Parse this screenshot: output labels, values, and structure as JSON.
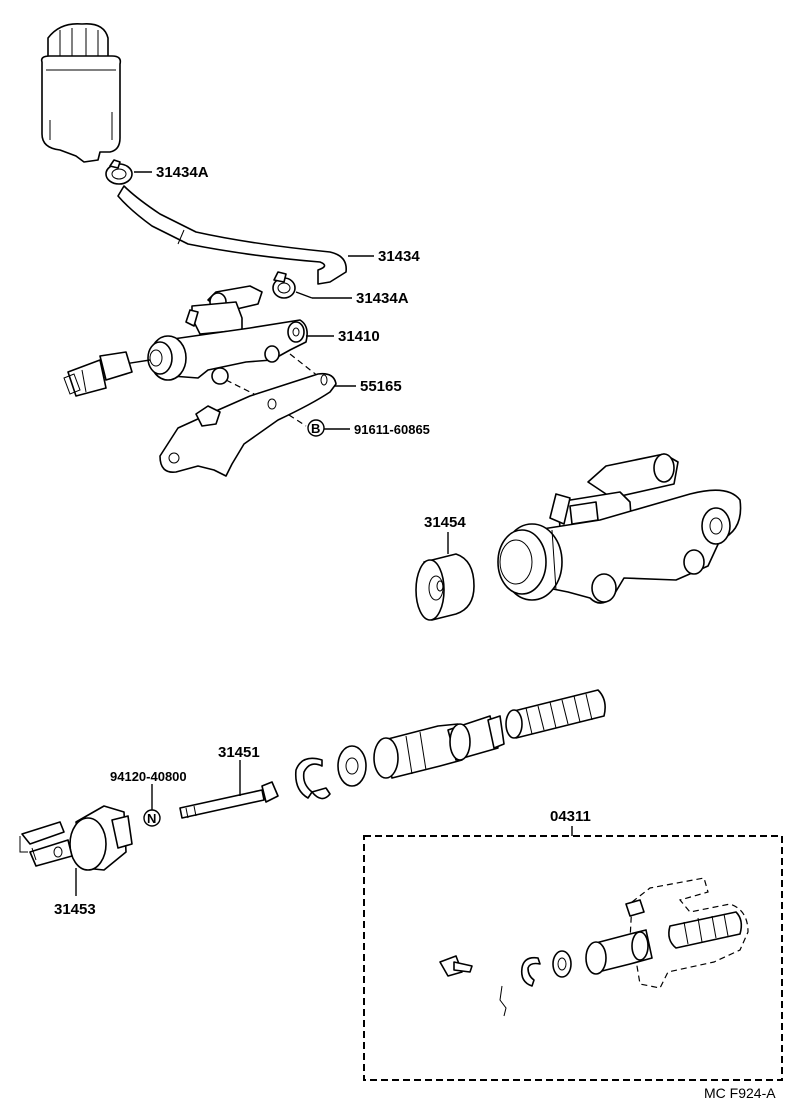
{
  "labels": {
    "hose_clip_upper": "31434A",
    "reservoir_hose": "31434",
    "hose_clip_lower": "31434A",
    "master_cylinder": "31410",
    "bracket": "55165",
    "bolt": "91611-60865",
    "boot": "31454",
    "push_rod": "31451",
    "nut": "94120-40800",
    "clevis": "31453",
    "repair_kit": "04311"
  },
  "symbols": {
    "bolt_mark": "B",
    "nut_mark": "N"
  },
  "footer": {
    "ref_code": "MC  F924-A"
  }
}
